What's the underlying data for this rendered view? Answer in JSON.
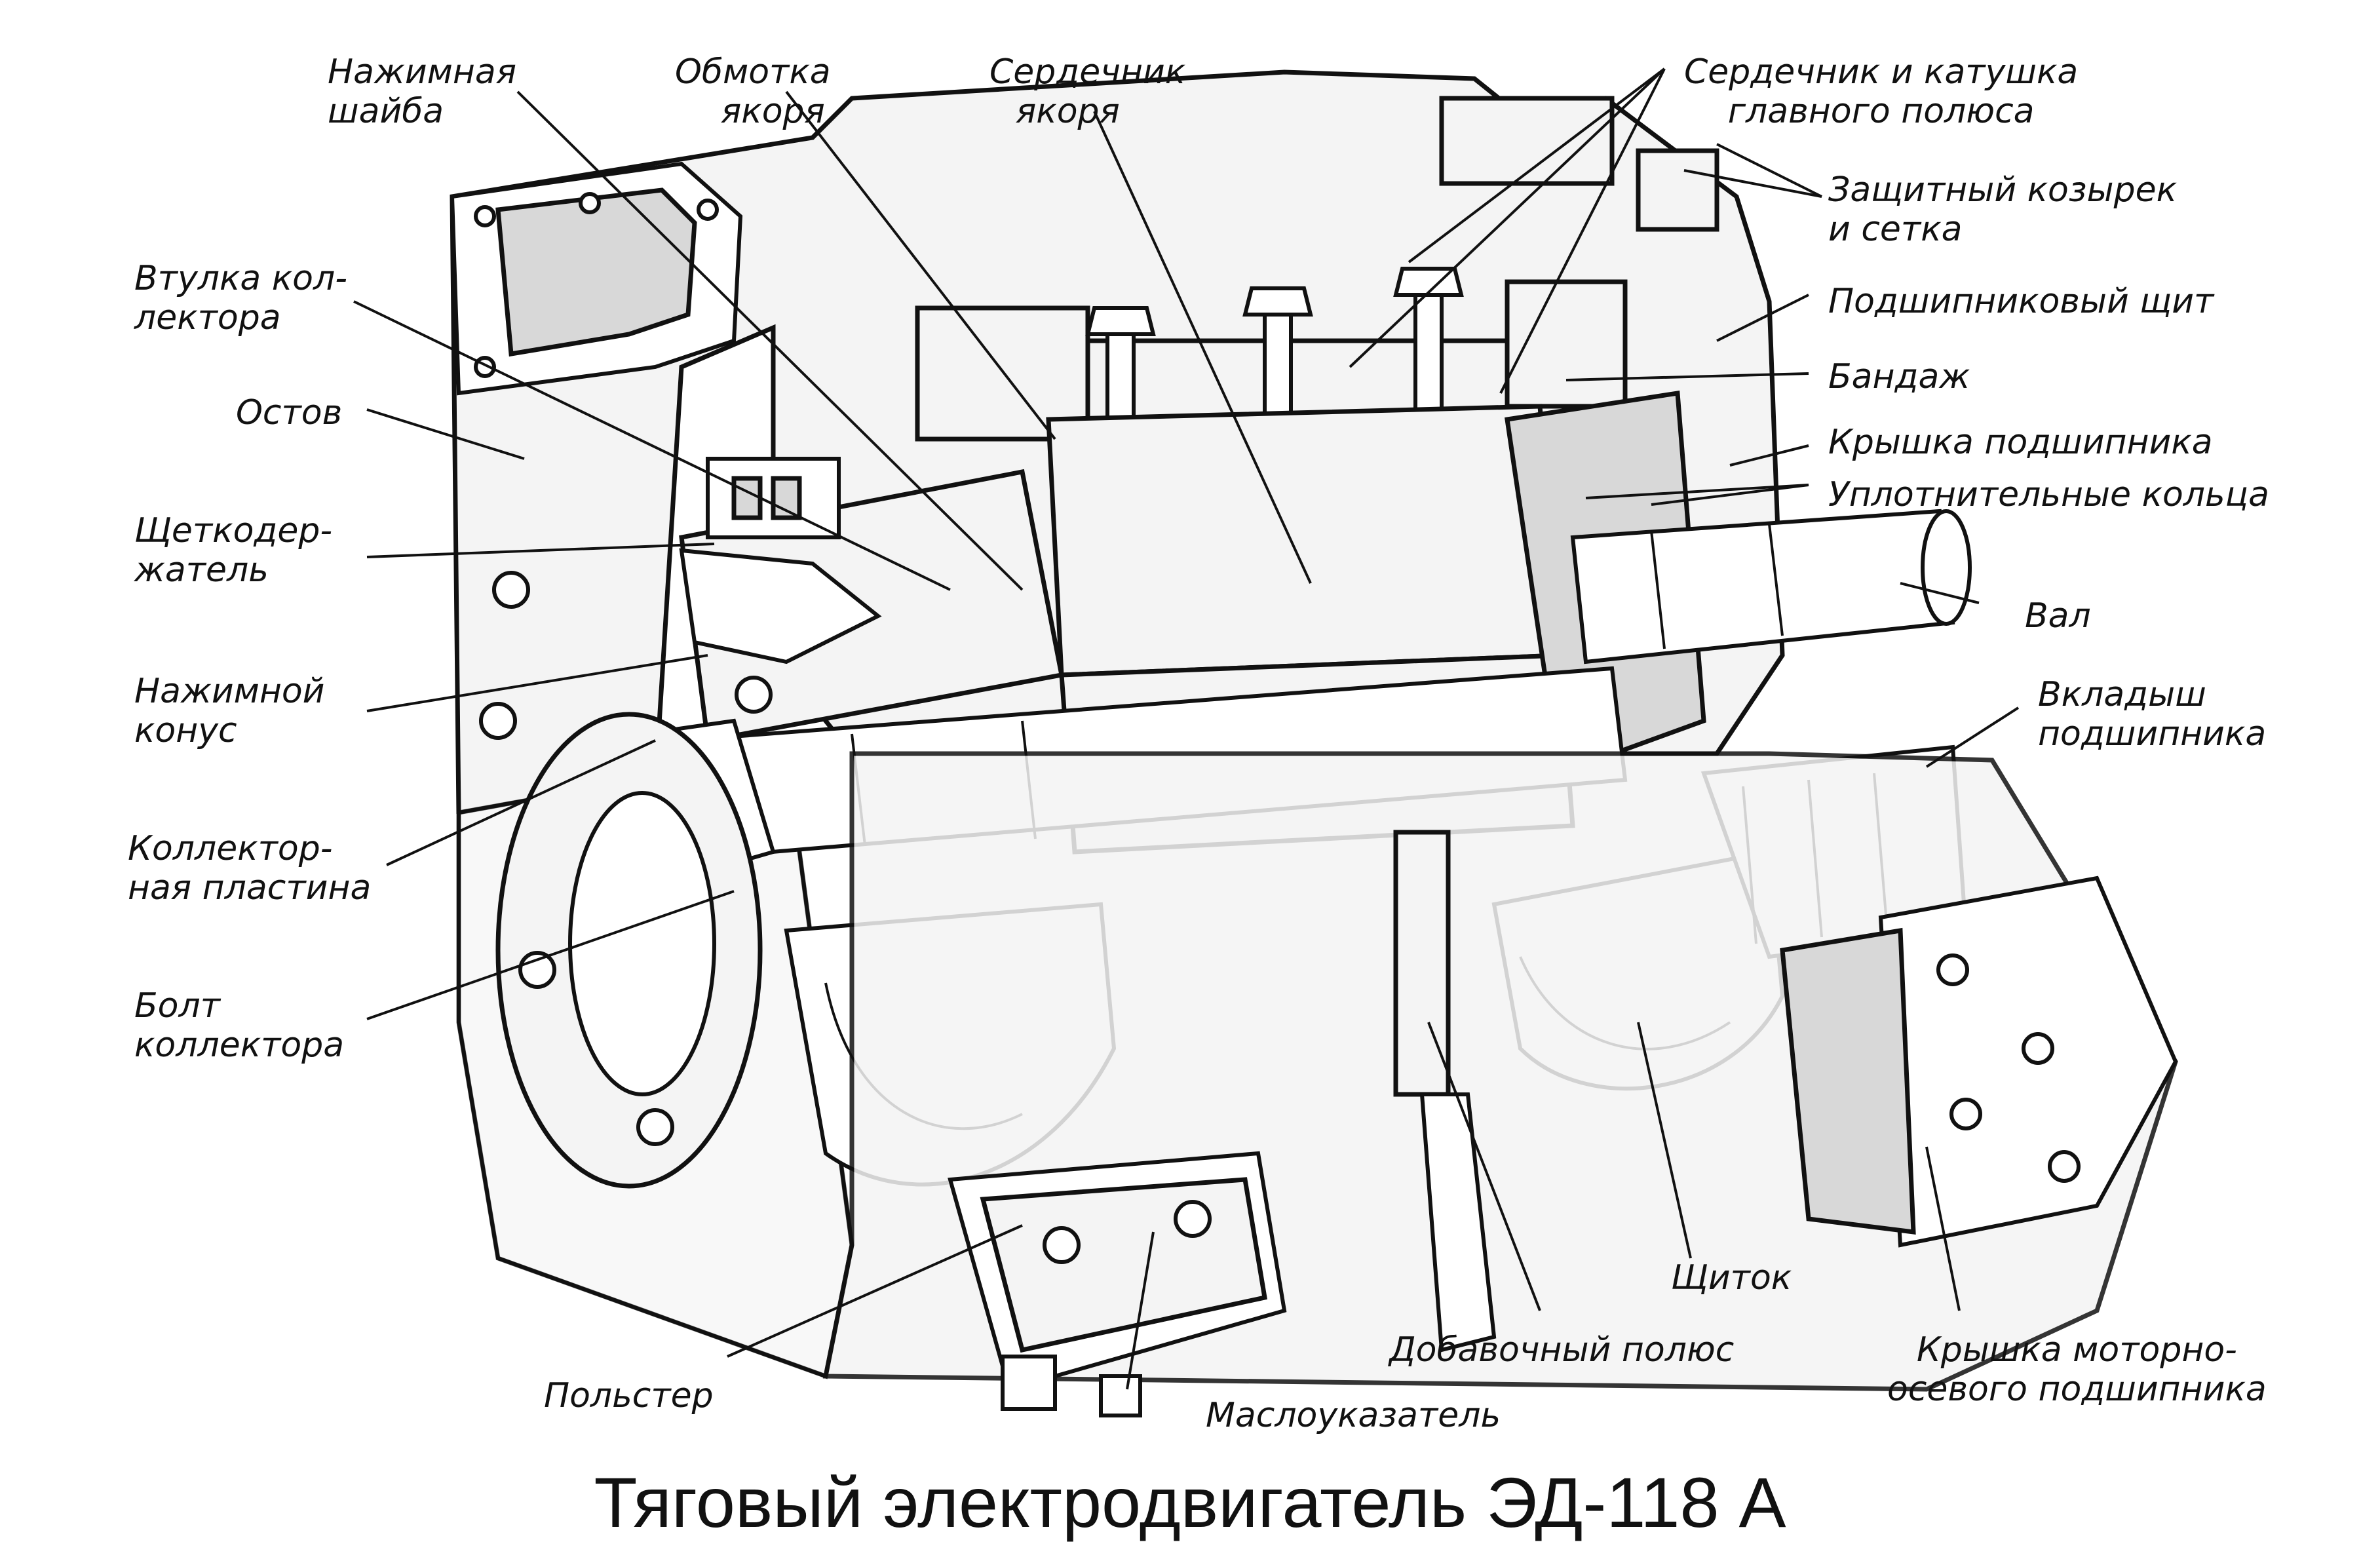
{
  "caption": "Тяговый электродвигатель ЭД-118 А",
  "labels": {
    "nazhimnaya_shaiba": [
      "Нажимная",
      "шайба"
    ],
    "obmotka_yakorya": [
      "Обмотка",
      "якоря"
    ],
    "serdechnik_yakorya": [
      "Сердечник",
      "якоря"
    ],
    "serdechnik_katushka": [
      "Сердечник и катушка",
      "главного полюса"
    ],
    "zashchitny_kozyrek": [
      "Защитный козырек",
      "и сетка"
    ],
    "podshipnikovy_shchit": [
      "Подшипниковый щит"
    ],
    "bandazh": [
      "Бандаж"
    ],
    "kryshka_podshipnika": [
      "Крышка подшипника"
    ],
    "uplotnitelnye_koltsa": [
      "Уплотнительные кольца"
    ],
    "val": [
      "Вал"
    ],
    "vkladysh": [
      "Вкладыш",
      "подшипника"
    ],
    "vtulka_kollektora": [
      "Втулка кол-",
      "лектора"
    ],
    "ostov": [
      "Остов"
    ],
    "shchetkoderzhatel": [
      "Щеткодер-",
      "жатель"
    ],
    "nazhimnoy_konus": [
      "Нажимной",
      "конус"
    ],
    "kollektornaya_plastina": [
      "Коллектор-",
      "ная пластина"
    ],
    "bolt_kollektora": [
      "Болт",
      "коллектора"
    ],
    "polster": [
      "Польстер"
    ],
    "masloukazatel": [
      "Маслоуказатель"
    ],
    "dobavochny_polyus": [
      "Добавочный полюс"
    ],
    "shchitok": [
      "Щиток"
    ],
    "kryshka_motorno": [
      "Крышка моторно-",
      "осевого подшипника"
    ]
  }
}
